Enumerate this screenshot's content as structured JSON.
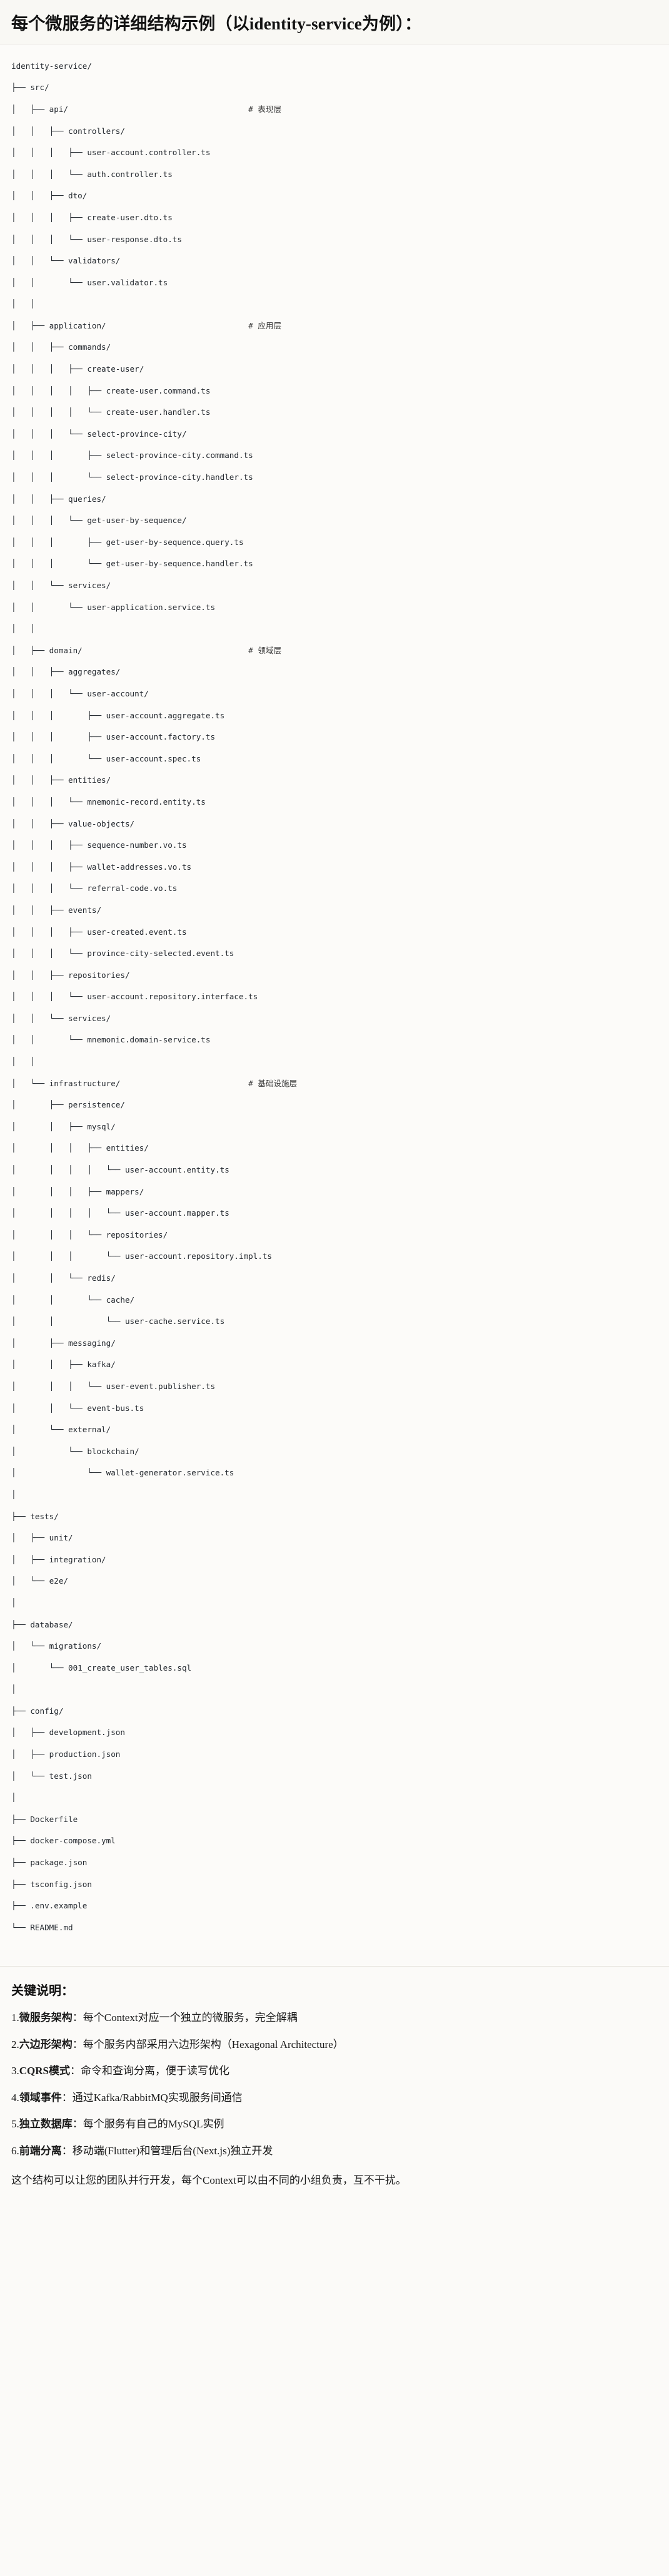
{
  "header": {
    "title": "每个微服务的详细结构示例（以identity-service为例）："
  },
  "tree": {
    "comment_column": 50,
    "rows": [
      {
        "path": "identity-service/",
        "comment": ""
      },
      {
        "path": "├── src/",
        "comment": ""
      },
      {
        "path": "│   ├── api/",
        "comment": "# 表现层"
      },
      {
        "path": "│   │   ├── controllers/",
        "comment": ""
      },
      {
        "path": "│   │   │   ├── user-account.controller.ts",
        "comment": ""
      },
      {
        "path": "│   │   │   └── auth.controller.ts",
        "comment": ""
      },
      {
        "path": "│   │   ├── dto/",
        "comment": ""
      },
      {
        "path": "│   │   │   ├── create-user.dto.ts",
        "comment": ""
      },
      {
        "path": "│   │   │   └── user-response.dto.ts",
        "comment": ""
      },
      {
        "path": "│   │   └── validators/",
        "comment": ""
      },
      {
        "path": "│   │       └── user.validator.ts",
        "comment": ""
      },
      {
        "path": "│   │",
        "comment": ""
      },
      {
        "path": "│   ├── application/",
        "comment": "# 应用层"
      },
      {
        "path": "│   │   ├── commands/",
        "comment": ""
      },
      {
        "path": "│   │   │   ├── create-user/",
        "comment": ""
      },
      {
        "path": "│   │   │   │   ├── create-user.command.ts",
        "comment": ""
      },
      {
        "path": "│   │   │   │   └── create-user.handler.ts",
        "comment": ""
      },
      {
        "path": "│   │   │   └── select-province-city/",
        "comment": ""
      },
      {
        "path": "│   │   │       ├── select-province-city.command.ts",
        "comment": ""
      },
      {
        "path": "│   │   │       └── select-province-city.handler.ts",
        "comment": ""
      },
      {
        "path": "│   │   ├── queries/",
        "comment": ""
      },
      {
        "path": "│   │   │   └── get-user-by-sequence/",
        "comment": ""
      },
      {
        "path": "│   │   │       ├── get-user-by-sequence.query.ts",
        "comment": ""
      },
      {
        "path": "│   │   │       └── get-user-by-sequence.handler.ts",
        "comment": ""
      },
      {
        "path": "│   │   └── services/",
        "comment": ""
      },
      {
        "path": "│   │       └── user-application.service.ts",
        "comment": ""
      },
      {
        "path": "│   │",
        "comment": ""
      },
      {
        "path": "│   ├── domain/",
        "comment": "# 领域层"
      },
      {
        "path": "│   │   ├── aggregates/",
        "comment": ""
      },
      {
        "path": "│   │   │   └── user-account/",
        "comment": ""
      },
      {
        "path": "│   │   │       ├── user-account.aggregate.ts",
        "comment": ""
      },
      {
        "path": "│   │   │       ├── user-account.factory.ts",
        "comment": ""
      },
      {
        "path": "│   │   │       └── user-account.spec.ts",
        "comment": ""
      },
      {
        "path": "│   │   ├── entities/",
        "comment": ""
      },
      {
        "path": "│   │   │   └── mnemonic-record.entity.ts",
        "comment": ""
      },
      {
        "path": "│   │   ├── value-objects/",
        "comment": ""
      },
      {
        "path": "│   │   │   ├── sequence-number.vo.ts",
        "comment": ""
      },
      {
        "path": "│   │   │   ├── wallet-addresses.vo.ts",
        "comment": ""
      },
      {
        "path": "│   │   │   └── referral-code.vo.ts",
        "comment": ""
      },
      {
        "path": "│   │   ├── events/",
        "comment": ""
      },
      {
        "path": "│   │   │   ├── user-created.event.ts",
        "comment": ""
      },
      {
        "path": "│   │   │   └── province-city-selected.event.ts",
        "comment": ""
      },
      {
        "path": "│   │   ├── repositories/",
        "comment": ""
      },
      {
        "path": "│   │   │   └── user-account.repository.interface.ts",
        "comment": ""
      },
      {
        "path": "│   │   └── services/",
        "comment": ""
      },
      {
        "path": "│   │       └── mnemonic.domain-service.ts",
        "comment": ""
      },
      {
        "path": "│   │",
        "comment": ""
      },
      {
        "path": "│   └── infrastructure/",
        "comment": "# 基础设施层"
      },
      {
        "path": "│       ├── persistence/",
        "comment": ""
      },
      {
        "path": "│       │   ├── mysql/",
        "comment": ""
      },
      {
        "path": "│       │   │   ├── entities/",
        "comment": ""
      },
      {
        "path": "│       │   │   │   └── user-account.entity.ts",
        "comment": ""
      },
      {
        "path": "│       │   │   ├── mappers/",
        "comment": ""
      },
      {
        "path": "│       │   │   │   └── user-account.mapper.ts",
        "comment": ""
      },
      {
        "path": "│       │   │   └── repositories/",
        "comment": ""
      },
      {
        "path": "│       │   │       └── user-account.repository.impl.ts",
        "comment": ""
      },
      {
        "path": "│       │   └── redis/",
        "comment": ""
      },
      {
        "path": "│       │       └── cache/",
        "comment": ""
      },
      {
        "path": "│       │           └── user-cache.service.ts",
        "comment": ""
      },
      {
        "path": "│       ├── messaging/",
        "comment": ""
      },
      {
        "path": "│       │   ├── kafka/",
        "comment": ""
      },
      {
        "path": "│       │   │   └── user-event.publisher.ts",
        "comment": ""
      },
      {
        "path": "│       │   └── event-bus.ts",
        "comment": ""
      },
      {
        "path": "│       └── external/",
        "comment": ""
      },
      {
        "path": "│           └── blockchain/",
        "comment": ""
      },
      {
        "path": "│               └── wallet-generator.service.ts",
        "comment": ""
      },
      {
        "path": "│",
        "comment": ""
      },
      {
        "path": "├── tests/",
        "comment": ""
      },
      {
        "path": "│   ├── unit/",
        "comment": ""
      },
      {
        "path": "│   ├── integration/",
        "comment": ""
      },
      {
        "path": "│   └── e2e/",
        "comment": ""
      },
      {
        "path": "│",
        "comment": ""
      },
      {
        "path": "├── database/",
        "comment": ""
      },
      {
        "path": "│   └── migrations/",
        "comment": ""
      },
      {
        "path": "│       └── 001_create_user_tables.sql",
        "comment": ""
      },
      {
        "path": "│",
        "comment": ""
      },
      {
        "path": "├── config/",
        "comment": ""
      },
      {
        "path": "│   ├── development.json",
        "comment": ""
      },
      {
        "path": "│   ├── production.json",
        "comment": ""
      },
      {
        "path": "│   └── test.json",
        "comment": ""
      },
      {
        "path": "│",
        "comment": ""
      },
      {
        "path": "├── Dockerfile",
        "comment": ""
      },
      {
        "path": "├── docker-compose.yml",
        "comment": ""
      },
      {
        "path": "├── package.json",
        "comment": ""
      },
      {
        "path": "├── tsconfig.json",
        "comment": ""
      },
      {
        "path": "├── .env.example",
        "comment": ""
      },
      {
        "path": "└── README.md",
        "comment": ""
      }
    ]
  },
  "notes": {
    "title": "关键说明：",
    "items": [
      {
        "num": "1.",
        "term": "微服务架构",
        "sep": "：",
        "desc": "每个Context对应一个独立的微服务，完全解耦"
      },
      {
        "num": "2.",
        "term": "六边形架构",
        "sep": "：",
        "desc": "每个服务内部采用六边形架构（Hexagonal Architecture）"
      },
      {
        "num": "3.",
        "term": "CQRS模式",
        "sep": "：",
        "desc": "命令和查询分离，便于读写优化"
      },
      {
        "num": "4.",
        "term": "领域事件",
        "sep": "：",
        "desc": "通过Kafka/RabbitMQ实现服务间通信"
      },
      {
        "num": "5.",
        "term": "独立数据库",
        "sep": "：",
        "desc": "每个服务有自己的MySQL实例"
      },
      {
        "num": "6.",
        "term": "前端分离",
        "sep": "：",
        "desc": "移动端(Flutter)和管理后台(Next.js)独立开发"
      }
    ],
    "closing": "这个结构可以让您的团队并行开发，每个Context可以由不同的小组负责，互不干扰。"
  },
  "colors": {
    "background": "#fbfaf8",
    "header_background": "#f9f8f4",
    "code_text": "#24292f",
    "divider": "#e4e2dc"
  }
}
